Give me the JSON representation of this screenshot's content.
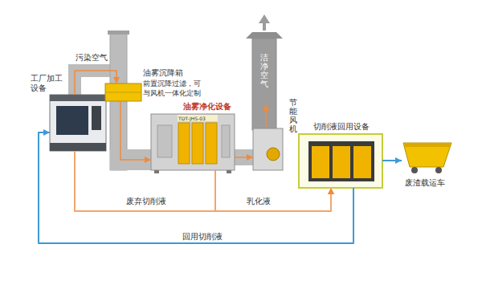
{
  "diagram": {
    "nodes": [
      {
        "text": [
          "工厂加工设备"
        ]
      },
      {
        "text": [
          "油雾沉降箱",
          "前置沉降过滤，可与风机一体化定制"
        ]
      },
      {
        "text": [
          "油雾净化设备",
          "TDT-JHS-03"
        ]
      },
      {
        "text": [
          "洁净空气"
        ]
      },
      {
        "text": [
          "节能风机"
        ]
      },
      {
        "text": [
          "切削液回用设备"
        ]
      },
      {
        "text": [
          "废渣载运车"
        ]
      }
    ],
    "edges": [
      {
        "from": 0,
        "to": 1,
        "label": "污染空气",
        "arrow": "to"
      },
      {
        "from": 1,
        "to": 2,
        "arrow": "to"
      },
      {
        "from": 2,
        "to": 4,
        "arrow": "to"
      },
      {
        "from": 4,
        "to": 3,
        "arrow": "to"
      },
      {
        "from": 0,
        "to": 5,
        "label": "废弃切削液",
        "arrow": "to"
      },
      {
        "from": 2,
        "to": 5,
        "label": "乳化液",
        "arrow": "to"
      },
      {
        "from": 5,
        "to": 0,
        "label": "回用切削液",
        "arrow": "to"
      },
      {
        "from": 5,
        "to": 6,
        "arrow": "to"
      }
    ]
  }
}
